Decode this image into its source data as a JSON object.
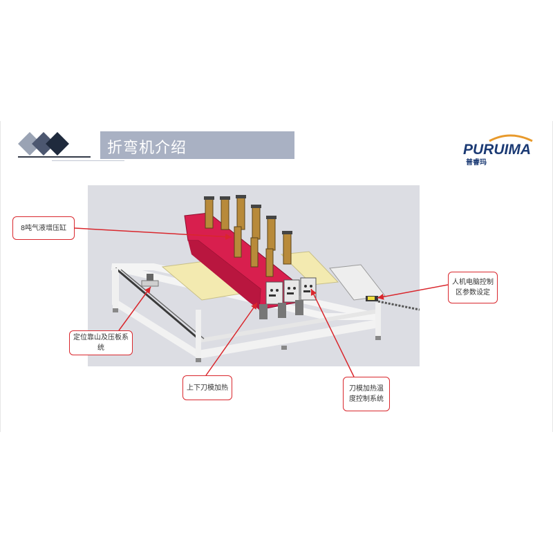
{
  "slide": {
    "title": "折弯机介绍"
  },
  "logo": {
    "brand": "PURUIMA",
    "brand_cn": "普睿玛"
  },
  "callouts": {
    "cylinder": "8吨气液增压缸",
    "positioning": "定位靠山及压板系统",
    "die_heating": "上下刀模加热",
    "temp_control": "刀模加热温度控制系统",
    "hmi": "人机电脑控制区参数设定"
  },
  "colors": {
    "accent_red": "#d9262c",
    "frame_red": "#d81f4e",
    "title_bar": "#a9b1c3",
    "logo_blue": "#1b3a74",
    "logo_orange": "#e89a2c"
  }
}
